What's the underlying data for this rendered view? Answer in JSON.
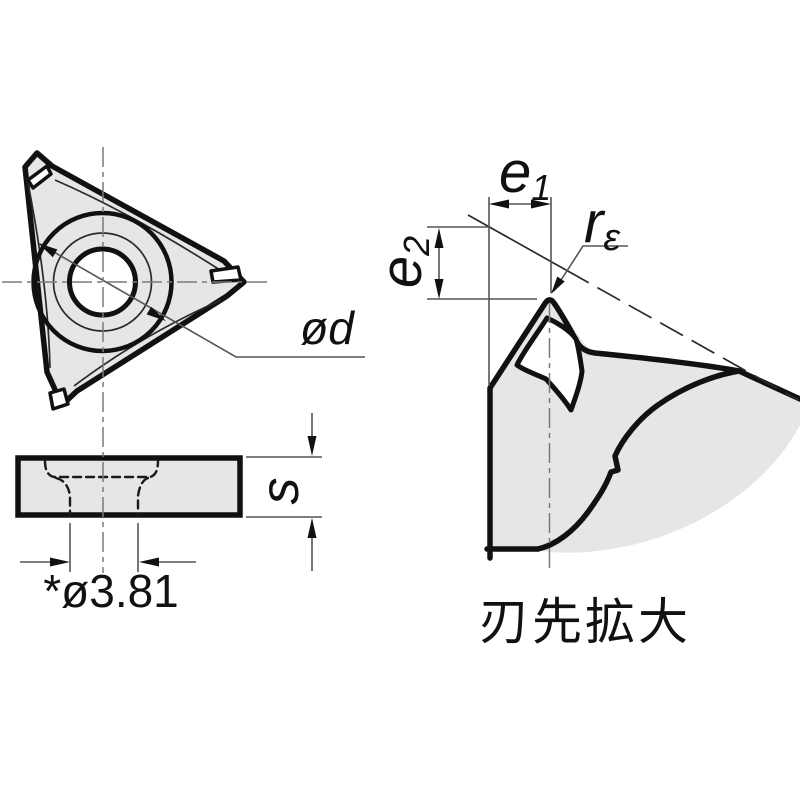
{
  "figure": {
    "type": "technical-drawing",
    "subject": "triangular threading insert with center hole, three views",
    "caption": "刃先拡大",
    "top_view": {
      "description": "insert top view with concentric circles and inscribed-circle dimension",
      "dim_od": "ød"
    },
    "side_view": {
      "description": "insert side view with countersunk hole hidden lines",
      "dim_thickness": "s",
      "dim_hole_dia": "*ø3.81"
    },
    "enlarged_view": {
      "description": "enlarged cutting tip with flank reference line",
      "dim_e1_base": "e",
      "dim_e1_sub": "1",
      "dim_e2_base": "e",
      "dim_e2_sub": "2",
      "dim_re_base": "r",
      "dim_re_sub": "ε"
    }
  },
  "labels": {
    "od": "ød",
    "e1_base": "e",
    "e1_sub": "1",
    "e2_base": "e",
    "e2_sub": "2",
    "re_base": "r",
    "re_sub": "ε",
    "s": "s",
    "hole_dia": "*ø3.81",
    "caption": "刃先拡大"
  },
  "colors": {
    "outline": "#111111",
    "body_fill": "#e6e6e6",
    "dim_line": "#555555",
    "center_line": "#7a7a7a",
    "text": "#111111",
    "background": "#ffffff"
  }
}
